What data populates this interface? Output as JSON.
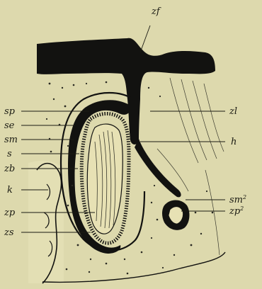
{
  "figure": {
    "description_labels": {
      "zf": "zf",
      "sp": "sp",
      "se": "se",
      "sm": "sm",
      "s": "s",
      "zb": "zb",
      "k": "k",
      "zp": "zp",
      "zs": "zs",
      "zl": "zl",
      "h": "h",
      "sm2_base": "sm",
      "sm2_sup": "2",
      "zp2_base": "zp",
      "zp2_sup": "2"
    }
  },
  "colors": {
    "paper": "#ddd9ad",
    "ink": "#121210",
    "tissue": "#e8e3b9"
  }
}
